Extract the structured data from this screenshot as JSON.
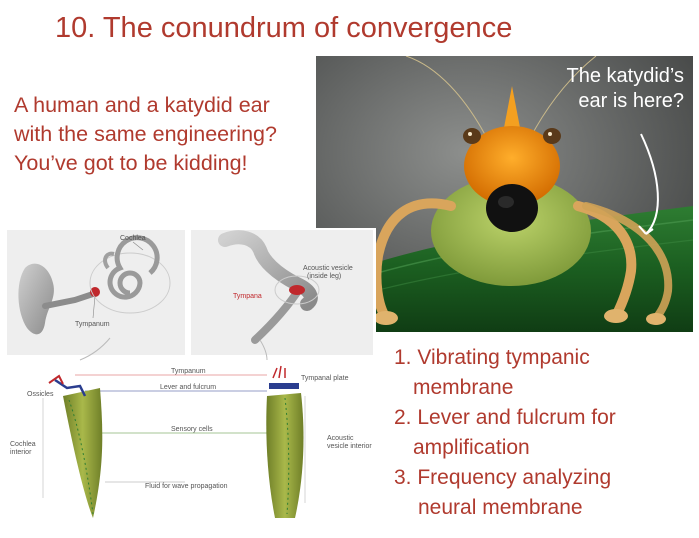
{
  "slide": {
    "title": "10. The conundrum of convergence",
    "question_lines": [
      "A human and a katydid ear",
      "with the same engineering?",
      "You’ve got to be kidding!"
    ],
    "photo_callout_lines": [
      "The katydid’s",
      "ear is here?"
    ],
    "features": [
      {
        "number": "1.",
        "lines": [
          "Vibrating tympanic",
          "membrane"
        ]
      },
      {
        "number": "2.",
        "lines": [
          "Lever and fulcrum for",
          "amplification"
        ]
      },
      {
        "number": "3.",
        "lines": [
          "Frequency analyzing",
          "neural membrane"
        ]
      }
    ]
  },
  "diagram": {
    "human_top_labels": {
      "cochlea": "Cochlea",
      "tympanum": "Tympanum"
    },
    "katydid_top_labels": {
      "acoustic_vesicle_line1": "Acoustic vesicle",
      "acoustic_vesicle_line2": "(inside leg)",
      "tympana": "Tympana"
    },
    "center_labels": {
      "tympanum": "Tympanum",
      "lever_fulcrum": "Lever and fulcrum",
      "sensory_cells": "Sensory cells",
      "fluid": "Fluid for wave propagation"
    },
    "left_labels": {
      "ossicles": "Ossicles",
      "cochlea_interior_line1": "Cochlea",
      "cochlea_interior_line2": "interior"
    },
    "right_labels": {
      "tympanal_plate": "Tympanal plate",
      "acoustic_interior_line1": "Acoustic",
      "acoustic_interior_line2": "vesicle interior"
    }
  },
  "colors": {
    "title": "#b03a2e",
    "callout": "#ffffff",
    "membrane": "#9aa93a",
    "accent_red": "#c0282c",
    "lever_blue": "#2a3d8f"
  }
}
